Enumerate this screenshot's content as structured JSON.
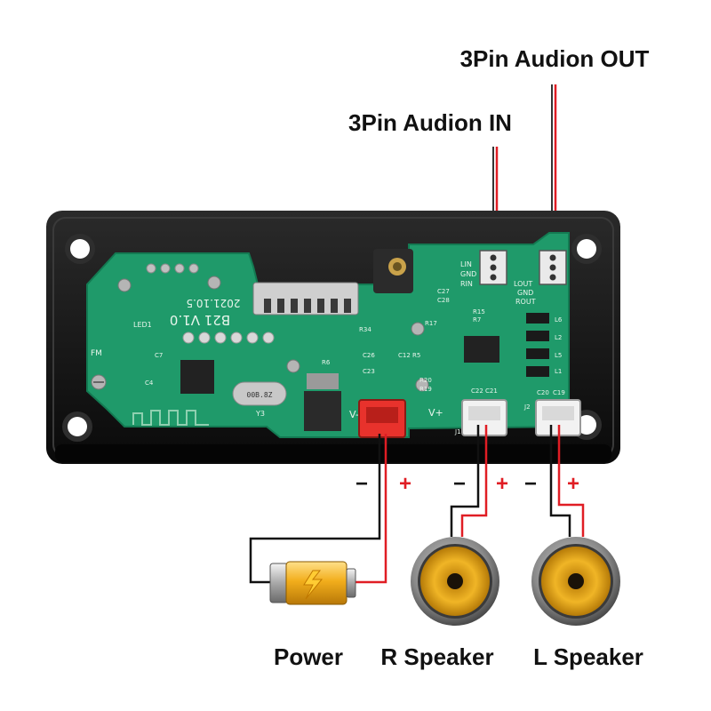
{
  "labels": {
    "audio_out": "3Pin Audion OUT",
    "audio_in": "3Pin Audion IN",
    "power": "Power",
    "r_speaker": "R Speaker",
    "l_speaker": "L Speaker"
  },
  "polarity": {
    "minus": "−",
    "plus": "+"
  },
  "board": {
    "version": "B21  V1.0",
    "date": "2021.10.5",
    "crystal": "Y3",
    "crystal_marking": "00B.8Z",
    "fm": "FM",
    "led": "LED1",
    "pins_in": [
      "LIN",
      "GND",
      "RIN"
    ],
    "pins_out": [
      "LOUT",
      "GND",
      "ROUT"
    ],
    "power_minus": "V-",
    "power_plus": "V+",
    "jack_r": "J1",
    "jack_l": "J2",
    "parts": [
      "C27",
      "C28",
      "R15",
      "R7",
      "R17",
      "R34",
      "R6",
      "C26",
      "C23",
      "C12",
      "R5",
      "R20",
      "R19",
      "C22",
      "C21",
      "C20",
      "C19",
      "L6",
      "L2",
      "L5",
      "L1",
      "C7",
      "C4"
    ]
  },
  "colors": {
    "pcb": "#1f9a6a",
    "frame": "#141414",
    "wire_red": "#e01d24",
    "wire_black": "#111111",
    "connector_red": "#e8322c",
    "connector_white": "#f2f2f2",
    "speaker_cone": "#e6a516",
    "battery": "#f0b020"
  }
}
